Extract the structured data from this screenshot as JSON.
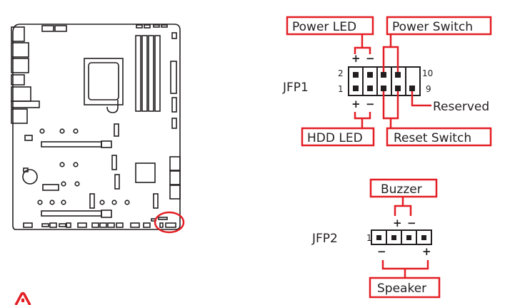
{
  "colors": {
    "accent": "#e31e24",
    "ink": "#231f20"
  },
  "jfp1": {
    "name": "JFP1",
    "pin_top_left": "2",
    "pin_bottom_left": "1",
    "pin_top_right": "10",
    "pin_bottom_right": "9",
    "labels": {
      "power_led": "Power LED",
      "power_switch": "Power Switch",
      "hdd_led": "HDD LED",
      "reset_switch": "Reset Switch",
      "reserved": "Reserved"
    },
    "polarity": {
      "plus": "+",
      "minus": "−"
    }
  },
  "jfp2": {
    "name": "JFP2",
    "pin_one": "1",
    "labels": {
      "buzzer": "Buzzer",
      "speaker": "Speaker"
    },
    "polarity": {
      "plus": "+",
      "minus": "−"
    }
  },
  "icons": {
    "warning": "warning-icon",
    "highlight": "location-circle-icon"
  }
}
